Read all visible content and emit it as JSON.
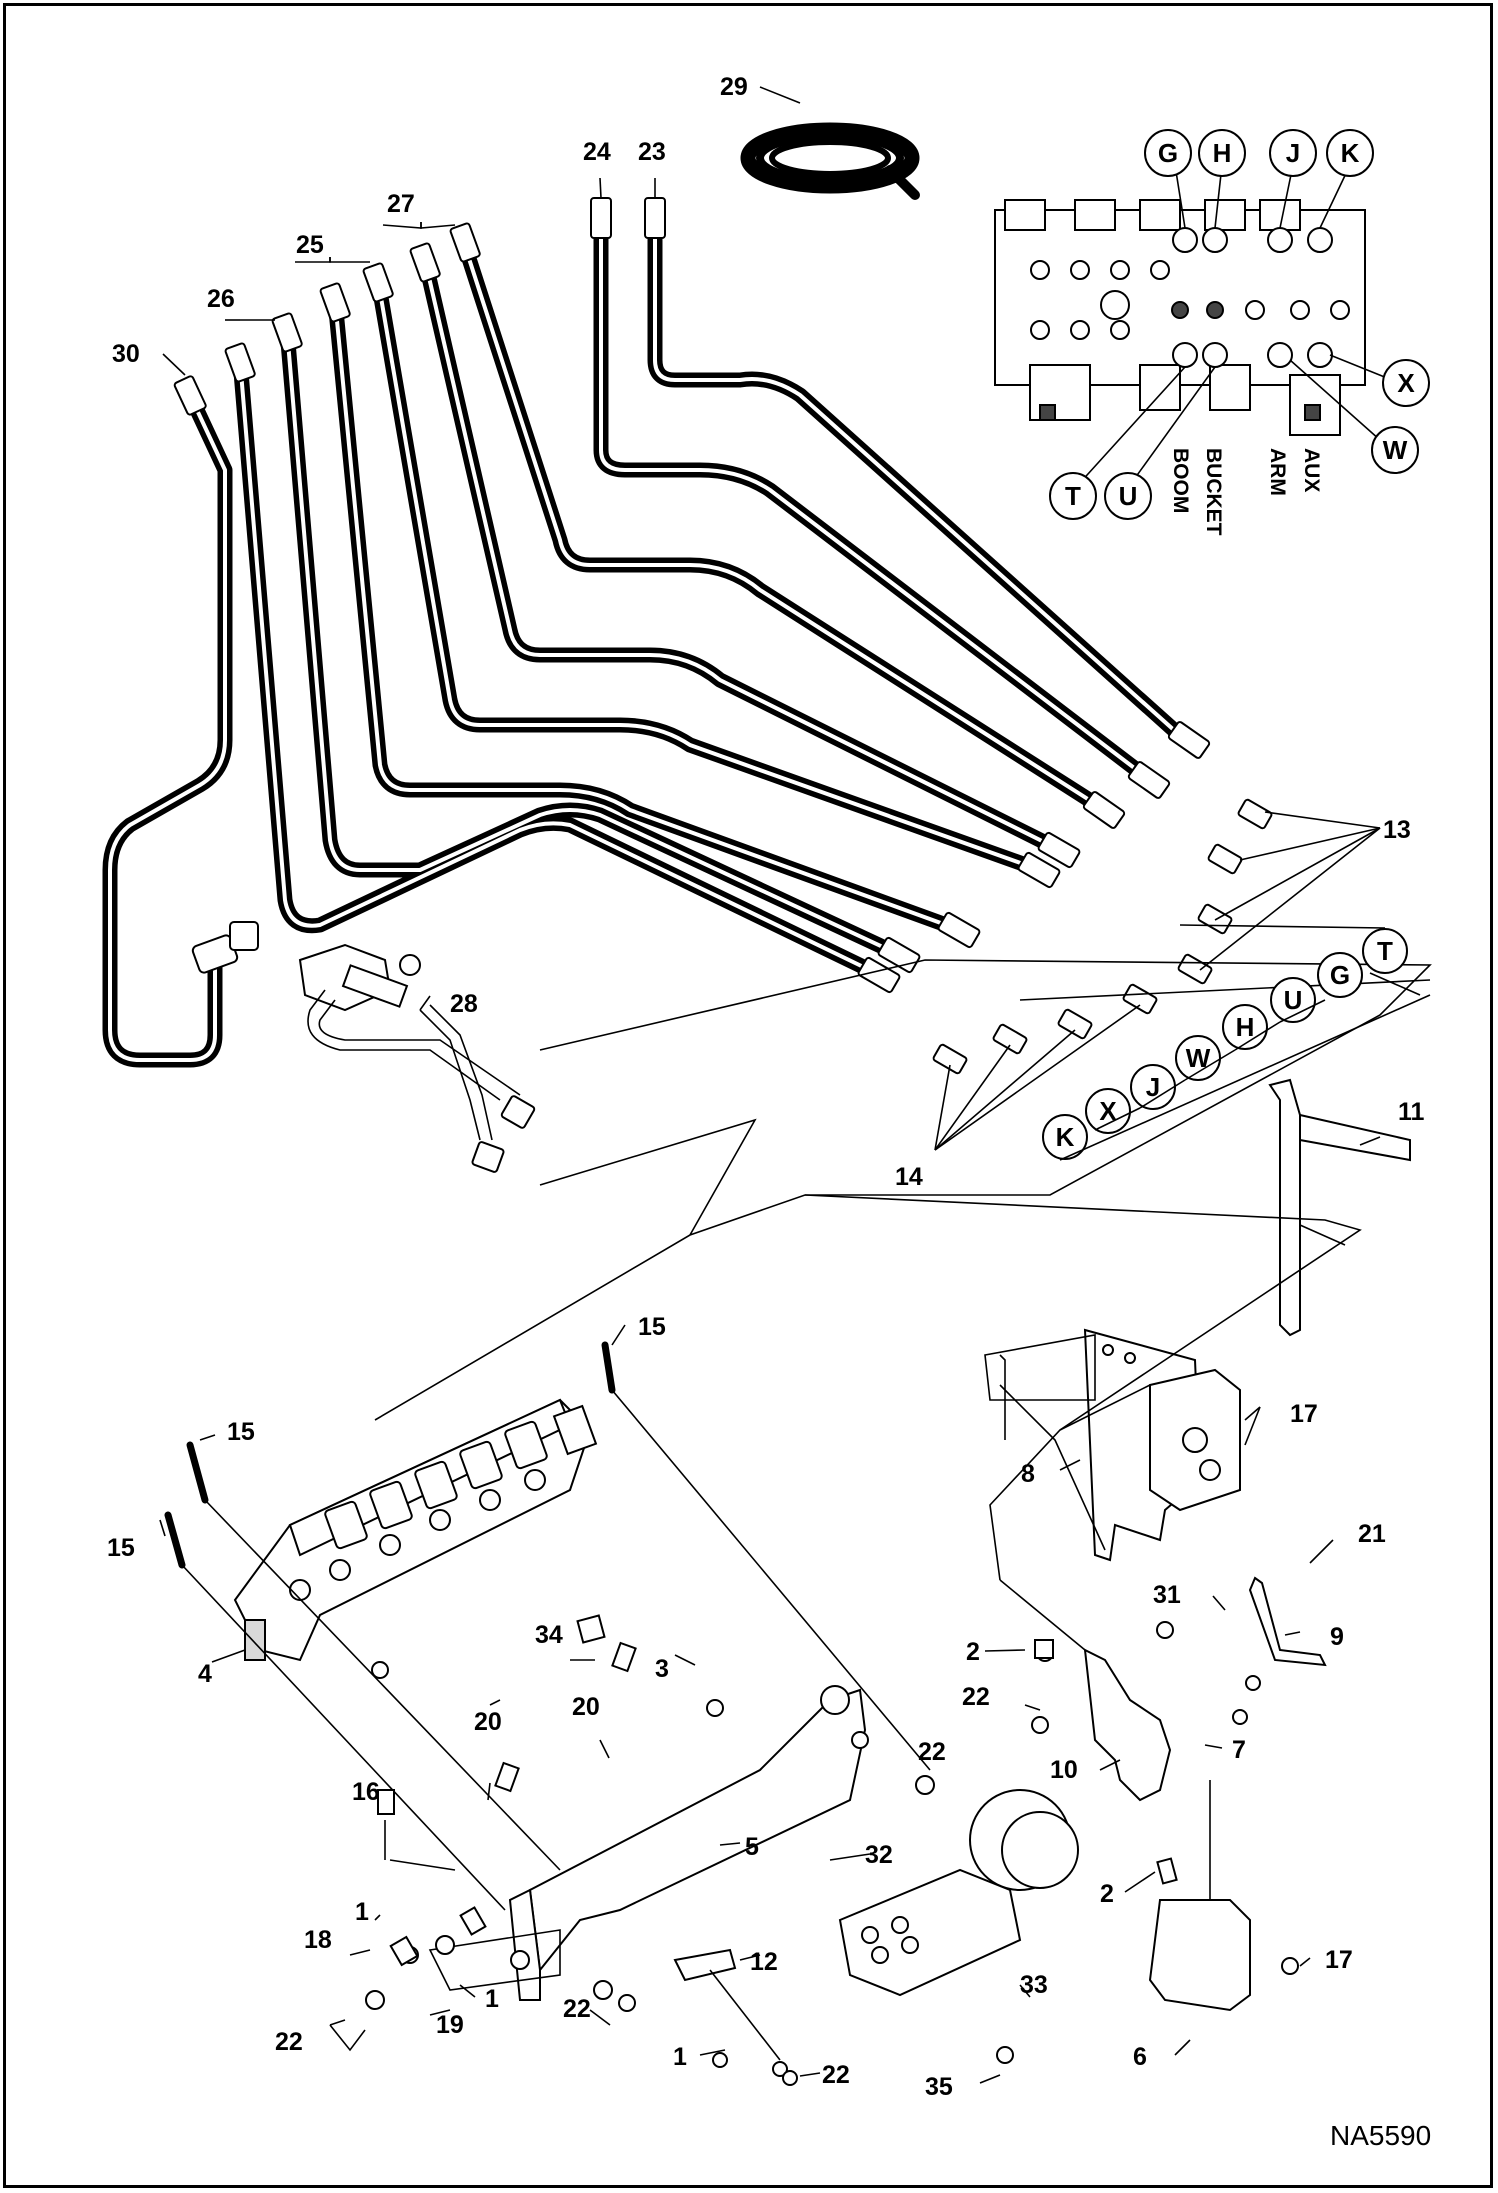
{
  "figure_id": "NA5590",
  "callouts": [
    {
      "id": "c29",
      "text": "29"
    },
    {
      "id": "c24",
      "text": "24"
    },
    {
      "id": "c23",
      "text": "23"
    },
    {
      "id": "c27",
      "text": "27"
    },
    {
      "id": "c25",
      "text": "25"
    },
    {
      "id": "c26",
      "text": "26"
    },
    {
      "id": "c30",
      "text": "30"
    },
    {
      "id": "c13",
      "text": "13"
    },
    {
      "id": "c28",
      "text": "28"
    },
    {
      "id": "c14",
      "text": "14"
    },
    {
      "id": "c11",
      "text": "11"
    },
    {
      "id": "c15a",
      "text": "15"
    },
    {
      "id": "c15b",
      "text": "15"
    },
    {
      "id": "c15c",
      "text": "15"
    },
    {
      "id": "c17a",
      "text": "17"
    },
    {
      "id": "c8",
      "text": "8"
    },
    {
      "id": "c21",
      "text": "21"
    },
    {
      "id": "c31",
      "text": "31"
    },
    {
      "id": "c9",
      "text": "9"
    },
    {
      "id": "c4",
      "text": "4"
    },
    {
      "id": "c34",
      "text": "34"
    },
    {
      "id": "c3",
      "text": "3"
    },
    {
      "id": "c2a",
      "text": "2"
    },
    {
      "id": "c22a",
      "text": "22"
    },
    {
      "id": "c22b",
      "text": "22"
    },
    {
      "id": "c7",
      "text": "7"
    },
    {
      "id": "c20a",
      "text": "20"
    },
    {
      "id": "c20b",
      "text": "20"
    },
    {
      "id": "c10",
      "text": "10"
    },
    {
      "id": "c16",
      "text": "16"
    },
    {
      "id": "c5",
      "text": "5"
    },
    {
      "id": "c32",
      "text": "32"
    },
    {
      "id": "c2b",
      "text": "2"
    },
    {
      "id": "c1a",
      "text": "1"
    },
    {
      "id": "c18",
      "text": "18"
    },
    {
      "id": "c12",
      "text": "12"
    },
    {
      "id": "c17b",
      "text": "17"
    },
    {
      "id": "c1b",
      "text": "1"
    },
    {
      "id": "c22c",
      "text": "22"
    },
    {
      "id": "c19",
      "text": "19"
    },
    {
      "id": "c22d",
      "text": "22"
    },
    {
      "id": "c33",
      "text": "33"
    },
    {
      "id": "c1c",
      "text": "1"
    },
    {
      "id": "c22e",
      "text": "22"
    },
    {
      "id": "c35",
      "text": "35"
    },
    {
      "id": "c6",
      "text": "6"
    }
  ],
  "port_circles": [
    {
      "id": "p_g_top",
      "text": "G"
    },
    {
      "id": "p_h_top",
      "text": "H"
    },
    {
      "id": "p_j_top",
      "text": "J"
    },
    {
      "id": "p_k_top",
      "text": "K"
    },
    {
      "id": "p_x_side",
      "text": "X"
    },
    {
      "id": "p_w_side",
      "text": "W"
    },
    {
      "id": "p_t_bot",
      "text": "T"
    },
    {
      "id": "p_u_bot",
      "text": "U"
    },
    {
      "id": "p_t_13",
      "text": "T"
    },
    {
      "id": "p_g_13",
      "text": "G"
    },
    {
      "id": "p_u_13",
      "text": "U"
    },
    {
      "id": "p_h_13",
      "text": "H"
    },
    {
      "id": "p_w_14",
      "text": "W"
    },
    {
      "id": "p_j_14",
      "text": "J"
    },
    {
      "id": "p_x_14",
      "text": "X"
    },
    {
      "id": "p_k_14",
      "text": "K"
    }
  ],
  "valve_labels": {
    "boom": "BOOM",
    "bucket": "BUCKET",
    "arm": "ARM",
    "aux": "AUX"
  },
  "colors": {
    "line": "#000000",
    "background": "#ffffff",
    "fill_gray": "#d9d9d9"
  }
}
